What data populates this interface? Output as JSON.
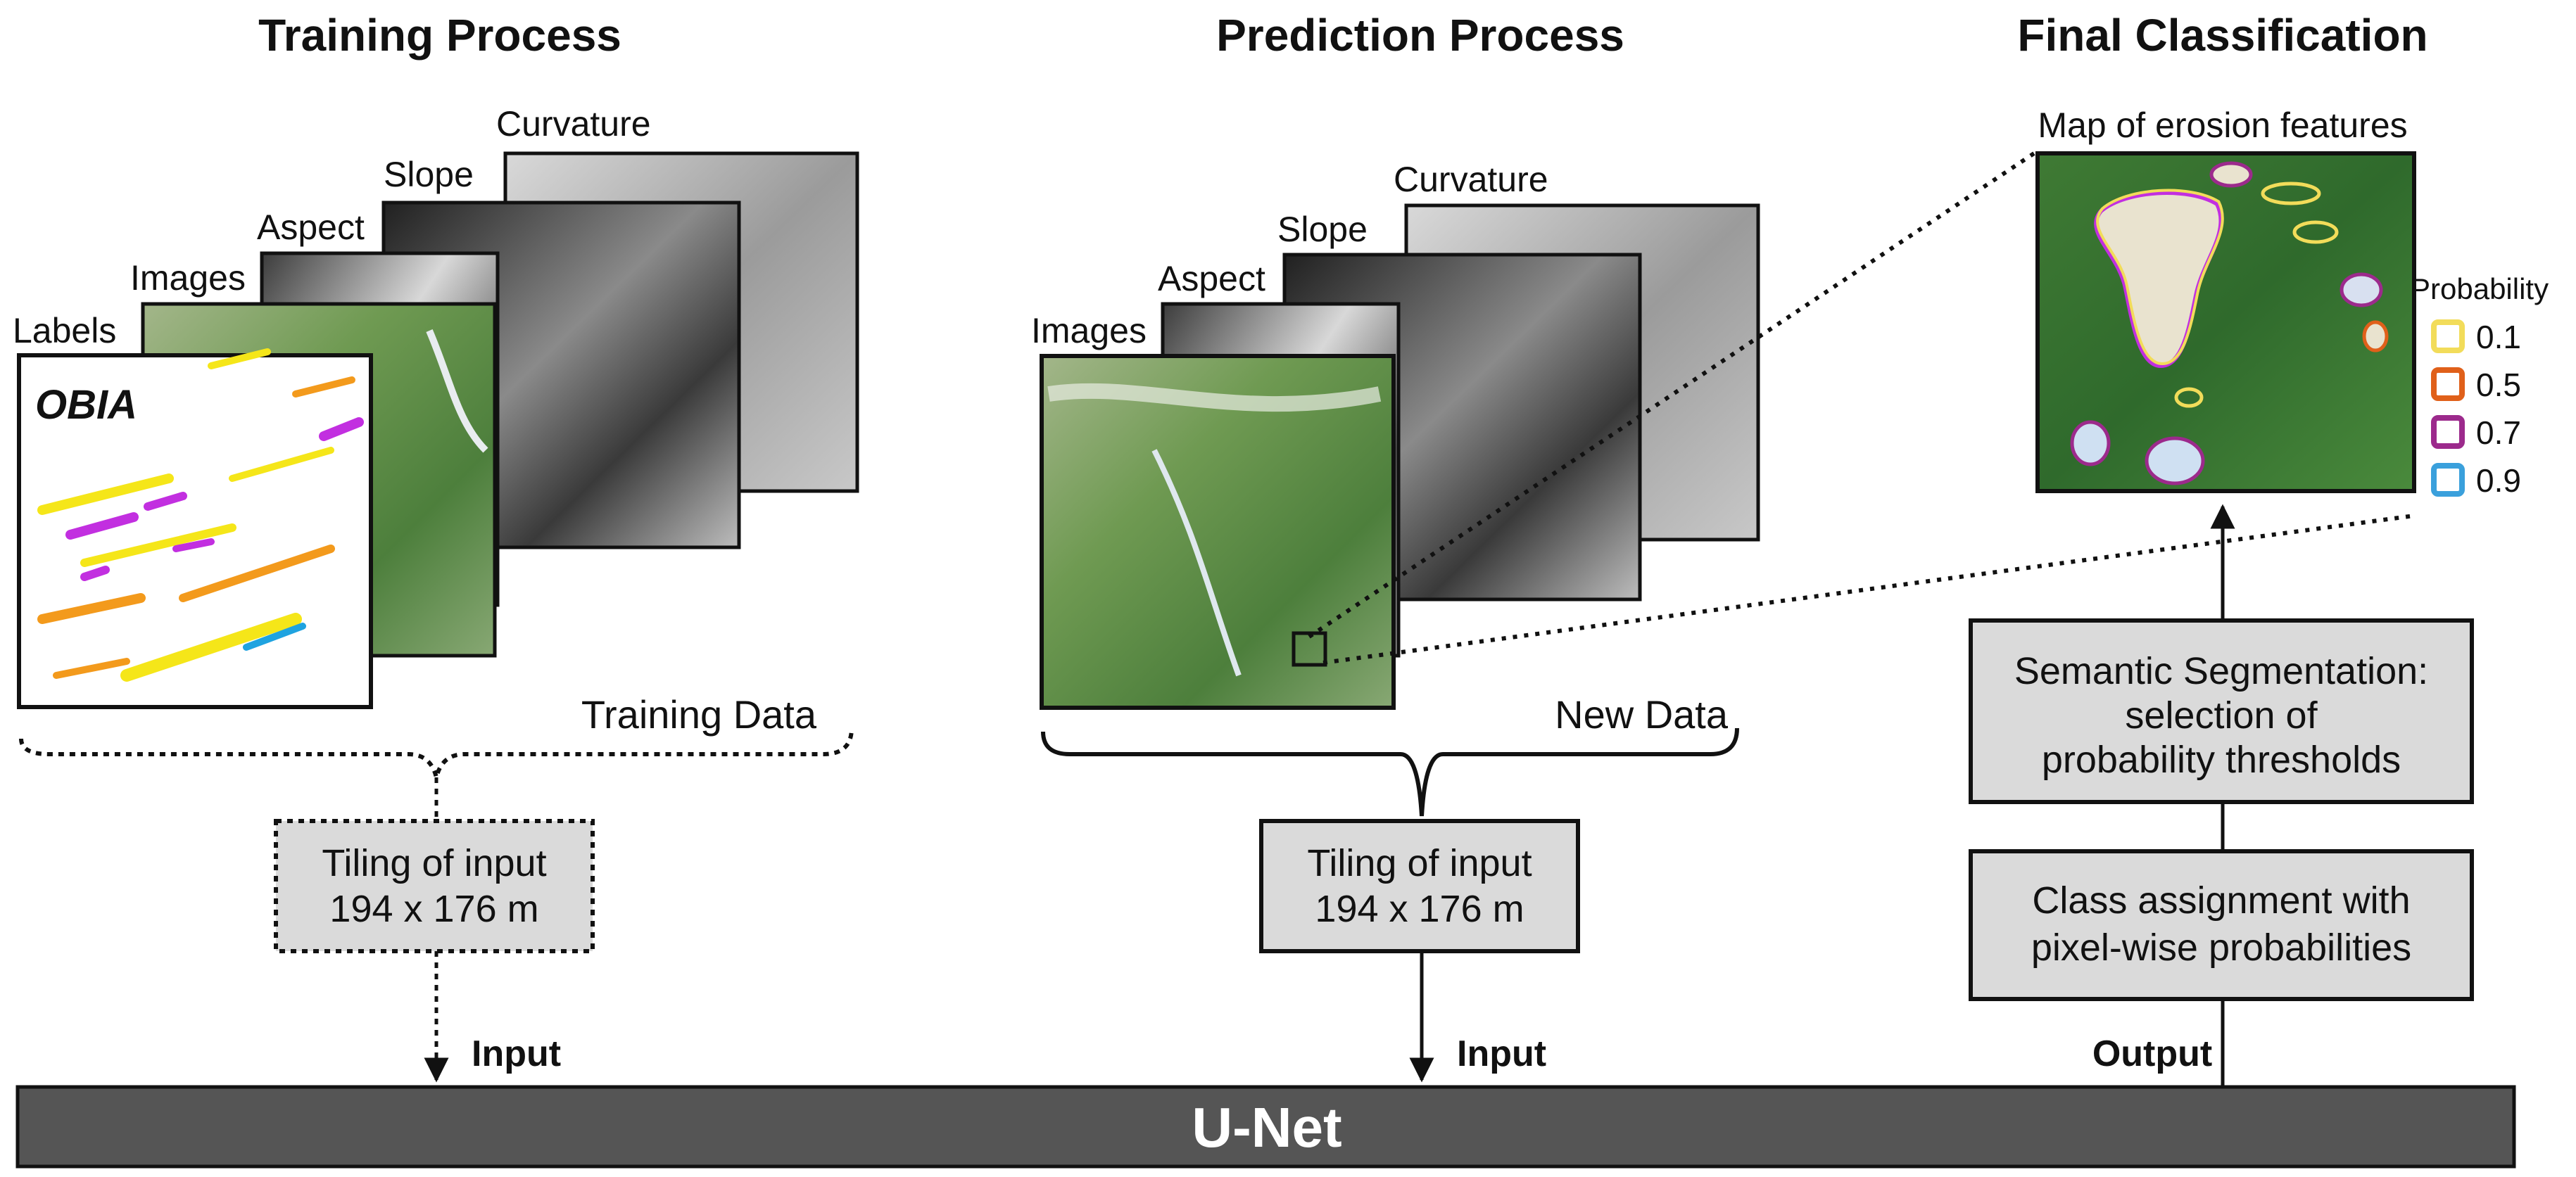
{
  "headings": {
    "training": "Training Process",
    "prediction": "Prediction Process",
    "final": "Final Classification"
  },
  "training": {
    "layers": {
      "curvature": "Curvature",
      "slope": "Slope",
      "aspect": "Aspect",
      "images": "Images",
      "labels": "Labels"
    },
    "obia_label": "OBIA",
    "data_label": "Training Data",
    "tiling_line1": "Tiling of input",
    "tiling_line2": "194 x 176 m",
    "input_label": "Input"
  },
  "prediction": {
    "layers": {
      "curvature": "Curvature",
      "slope": "Slope",
      "aspect": "Aspect",
      "images": "Images"
    },
    "data_label": "New Data",
    "tiling_line1": "Tiling of input",
    "tiling_line2": "194 x 176 m",
    "input_label": "Input"
  },
  "final": {
    "map_label": "Map of erosion features",
    "legend_title": "Probability",
    "legend": [
      {
        "label": "0.1",
        "color": "#f2dc5a"
      },
      {
        "label": "0.5",
        "color": "#e0601a"
      },
      {
        "label": "0.7",
        "color": "#9c2a8c"
      },
      {
        "label": "0.9",
        "color": "#3aa0dc"
      }
    ],
    "segmentation_line1": "Semantic Segmentation:",
    "segmentation_line2": "selection of",
    "segmentation_line3": "probability thresholds",
    "class_line1": "Class assignment with",
    "class_line2": "pixel-wise probabilities",
    "output_label": "Output"
  },
  "unet_label": "U-Net",
  "colors": {
    "box_fill": "#dadada",
    "unet_fill": "#555555",
    "label_yellow": "#f5e619",
    "label_orange": "#f39a1c",
    "label_magenta": "#c22fe0",
    "label_cyan": "#1fa3e0"
  }
}
